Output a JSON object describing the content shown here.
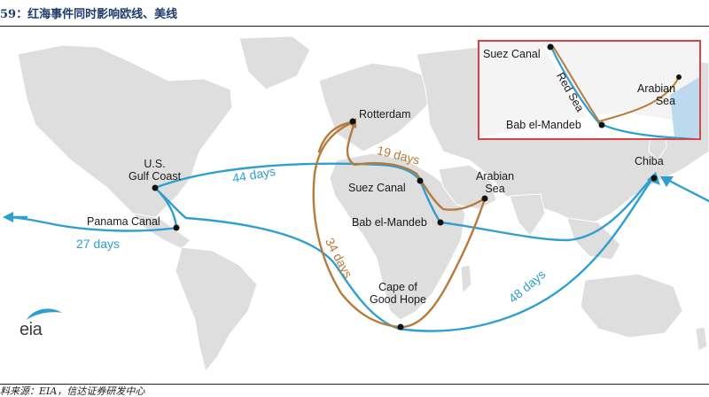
{
  "figure": {
    "title": "59：红海事件同时影响欧线、美线",
    "source": "料来源：EIA，信达证券研发中心"
  },
  "colors": {
    "us_route": "#2e9fd0",
    "cape_route": "#b87a3a",
    "land": "#dedede",
    "inset_border": "#d7434b"
  },
  "map": {
    "places": [
      {
        "id": "rotterdam",
        "label": "Rotterdam"
      },
      {
        "id": "us-gulf-coast",
        "label": "U.S.\nGulf Coast"
      },
      {
        "id": "suez-canal",
        "label": "Suez Canal"
      },
      {
        "id": "arabian-sea",
        "label": "Arabian\nSea"
      },
      {
        "id": "chiba",
        "label": "Chiba"
      },
      {
        "id": "panama-canal",
        "label": "Panama Canal"
      },
      {
        "id": "bab-el-mandeb",
        "label": "Bab el-Mandeb"
      },
      {
        "id": "cape-of-good-hope",
        "label": "Cape of\nGood Hope"
      }
    ],
    "routes": [
      {
        "id": "gulf-to-chiba-via-suez",
        "days_label": "44 days",
        "color": "#2e9fd0"
      },
      {
        "id": "gulf-to-chiba-via-panama",
        "days_label": "27 days",
        "color": "#2e9fd0"
      },
      {
        "id": "gulf-to-chiba-via-cape",
        "days_label": "48 days",
        "color": "#2e9fd0"
      },
      {
        "id": "europe-to-asia-via-suez",
        "days_label": "19 days",
        "color": "#b87a3a"
      },
      {
        "id": "europe-to-asia-via-cape",
        "days_label": "34 days",
        "color": "#b87a3a"
      }
    ],
    "logo": "eia"
  },
  "inset": {
    "suez_label": "Suez Canal",
    "arabian_label": "Arabian\nSea",
    "red_sea_label": "Red Sea",
    "bab_label": "Bab el-Mandeb"
  }
}
